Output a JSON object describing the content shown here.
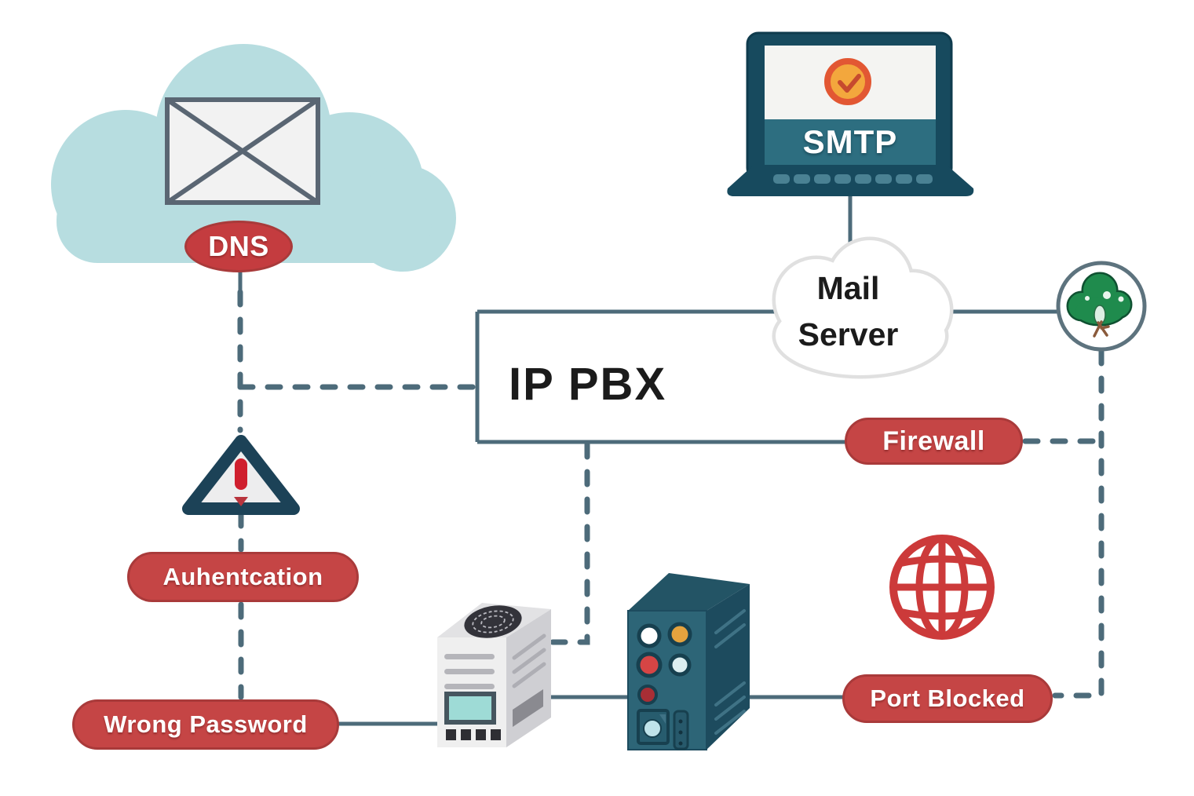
{
  "diagram": {
    "description": "Email / IP PBX troubleshooting network diagram",
    "labels": {
      "dns": "DNS",
      "smtp": "SMTP",
      "mail_server_line1": "Mail",
      "mail_server_line2": "Server",
      "ip_pbx": "IP PBX",
      "firewall": "Firewall",
      "authentication": "Auhentcation",
      "wrong_password": "Wrong Password",
      "port_blocked": "Port Blocked"
    },
    "colors": {
      "background": "#ffffff",
      "connector_slate": "#4d6b7a",
      "pill_red": "#c54545",
      "pill_text": "#ffffff",
      "cloud_teal": "#b7dde0",
      "envelope_gray": "#f2f2f2",
      "envelope_stroke": "#5a6673",
      "laptop_dark_teal": "#174a5e",
      "laptop_band_teal": "#2d6e80",
      "clock_badge_orange": "#f3a73d",
      "clock_badge_ring": "#e25733",
      "mail_cloud_white": "#ffffff",
      "mail_cloud_outline": "#e0e0e0",
      "tree_green": "#1f8b4d",
      "warning_navy": "#1c4257",
      "warning_red": "#cf1f2e",
      "server_gray": "#efefef",
      "server_screen_teal": "#9edbd6",
      "tower_teal": "#2d6577",
      "globe_red": "#cc3a3a",
      "dark_text": "#1b1b1b"
    },
    "icons": {
      "cloud": "cloud-icon",
      "envelope": "mail-envelope-icon",
      "laptop": "laptop-icon",
      "clock_check": "clock-check-icon",
      "mail_cloud": "mail-server-cloud-icon",
      "tree": "tree-icon",
      "warning": "warning-triangle-icon",
      "rack_server": "server-tower-icon",
      "pc_tower": "pc-tower-icon",
      "globe": "globe-icon"
    }
  }
}
